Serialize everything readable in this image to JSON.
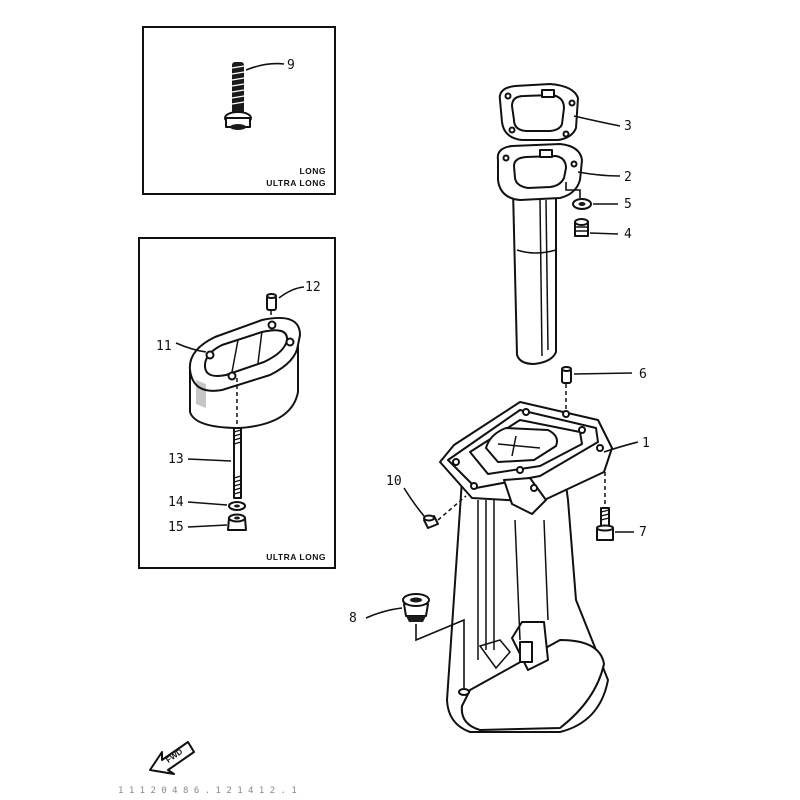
{
  "boxes": {
    "top_label_1": "LONG",
    "top_label_2": "ULTRA LONG",
    "bottom_label": "ULTRA LONG"
  },
  "callouts": {
    "p1": "1",
    "p2": "2",
    "p3": "3",
    "p4": "4",
    "p5": "5",
    "p6": "6",
    "p7": "7",
    "p8": "8",
    "p9": "9",
    "p10": "10",
    "p11": "11",
    "p12": "12",
    "p13": "13",
    "p14": "14",
    "p15": "15"
  },
  "fwd_label": "FWD",
  "footer_code": "1 1 1 2 0 4 8 6 . 1 2 1 4 1 2 . 1"
}
